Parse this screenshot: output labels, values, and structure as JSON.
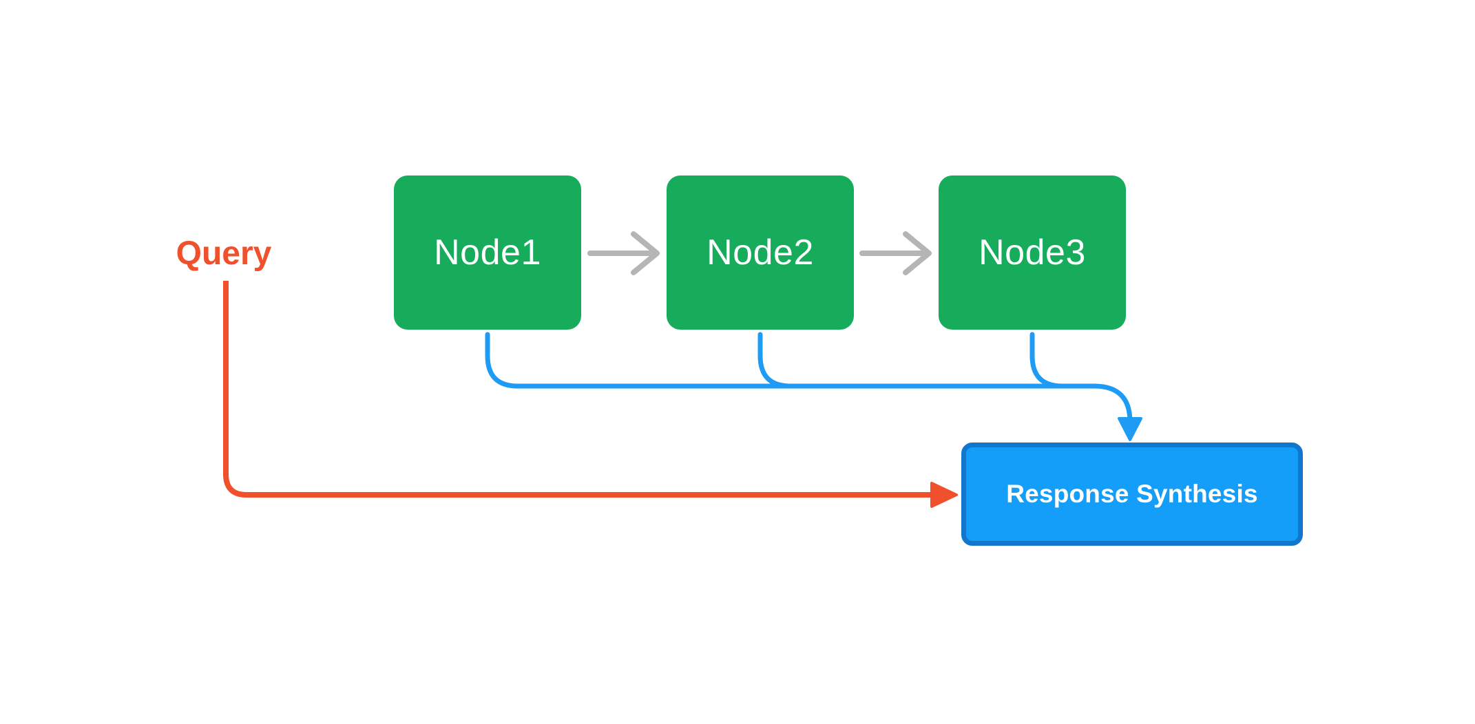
{
  "diagram": {
    "query_label": "Query",
    "nodes": [
      {
        "label": "Node1"
      },
      {
        "label": "Node2"
      },
      {
        "label": "Node3"
      }
    ],
    "synthesis_box": {
      "label": "Response Synthesis"
    },
    "edges": {
      "node1_to_node2": "gray-arrow",
      "node2_to_node3": "gray-arrow",
      "nodes_to_synthesis": "blue-collector-arrow",
      "query_to_synthesis": "red-arrow"
    },
    "colors": {
      "background": "#FFFFFF",
      "node_fill": "#17AB5C",
      "node_text": "#FFFFFF",
      "gray_arrow": "#B5B5B5",
      "blue_connector": "#1E9BF4",
      "synthesis_fill": "#149EF9",
      "synthesis_border": "#1277CC",
      "synthesis_text": "#FFFFFF",
      "query_red": "#F0502B"
    }
  }
}
